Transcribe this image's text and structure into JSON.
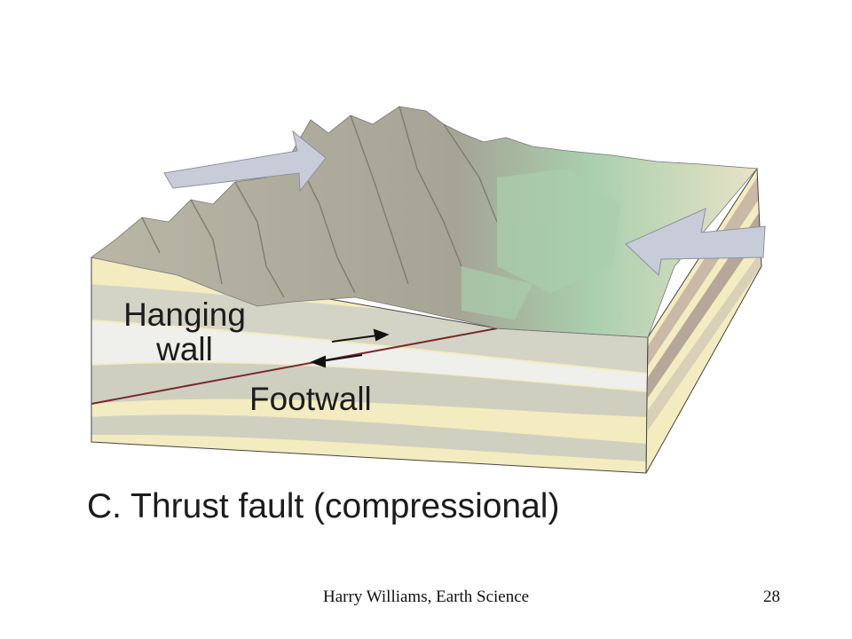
{
  "diagram": {
    "hanging_wall_label_line1": "Hanging",
    "hanging_wall_label_line2": "wall",
    "footwall_label": "Footwall",
    "caption": "C. Thrust fault (compressional)"
  },
  "footer": {
    "credit": "Harry Williams, Earth Science",
    "page_number": "28"
  },
  "colors": {
    "background": "#ffffff",
    "cream_layer": "#f3ecc0",
    "grey_layer": "#cfcfc2",
    "light_layer": "#eeeeee",
    "fault_line": "#7a2a2a",
    "arrow_fill": "#c8ccd8",
    "terrain_green": "#a9cfae",
    "terrain_grey": "#a8a69a"
  }
}
